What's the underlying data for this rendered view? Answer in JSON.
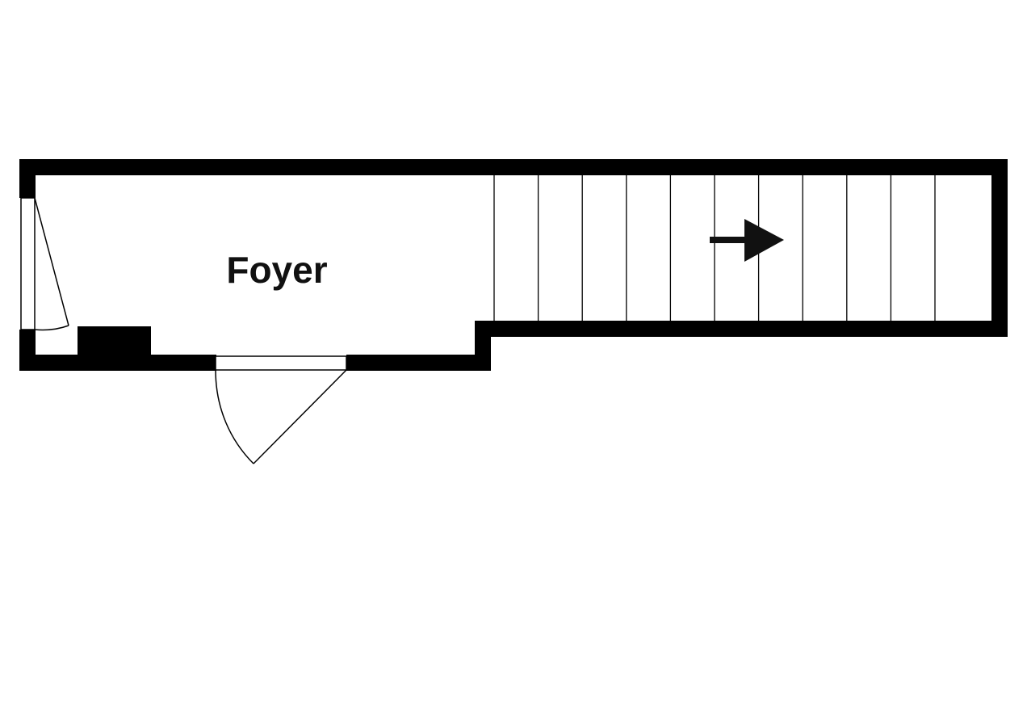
{
  "plan": {
    "room_label": "Foyer",
    "wall_color": "#000000",
    "line_color": "#000000",
    "background_color": "#ffffff",
    "stair_direction": "right",
    "stair_tread_count": 11,
    "icons": {
      "stair_arrow": "arrow-right-icon",
      "front_door": "door-swing-icon",
      "closet_door": "door-swing-icon"
    }
  }
}
